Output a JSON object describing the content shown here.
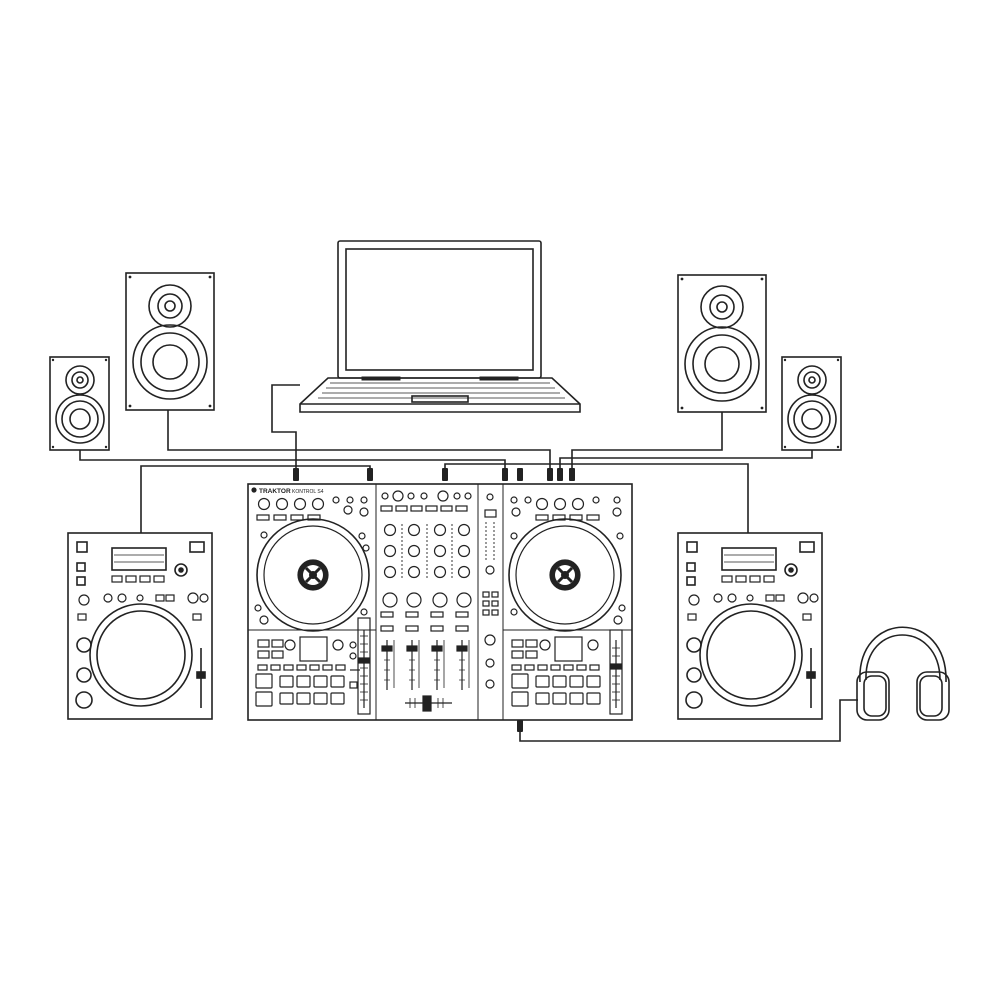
{
  "controller": {
    "brand": "TRAKTOR",
    "model": "KONTROL S4",
    "logo": "native-instruments-logo"
  },
  "devices": [
    "laptop",
    "monitor-speaker-large-left",
    "monitor-speaker-small-left",
    "monitor-speaker-large-right",
    "monitor-speaker-small-right",
    "cdj-player-left",
    "cdj-player-right",
    "dj-controller",
    "headphones"
  ],
  "colors": {
    "stroke": "#222222",
    "background": "#ffffff"
  }
}
